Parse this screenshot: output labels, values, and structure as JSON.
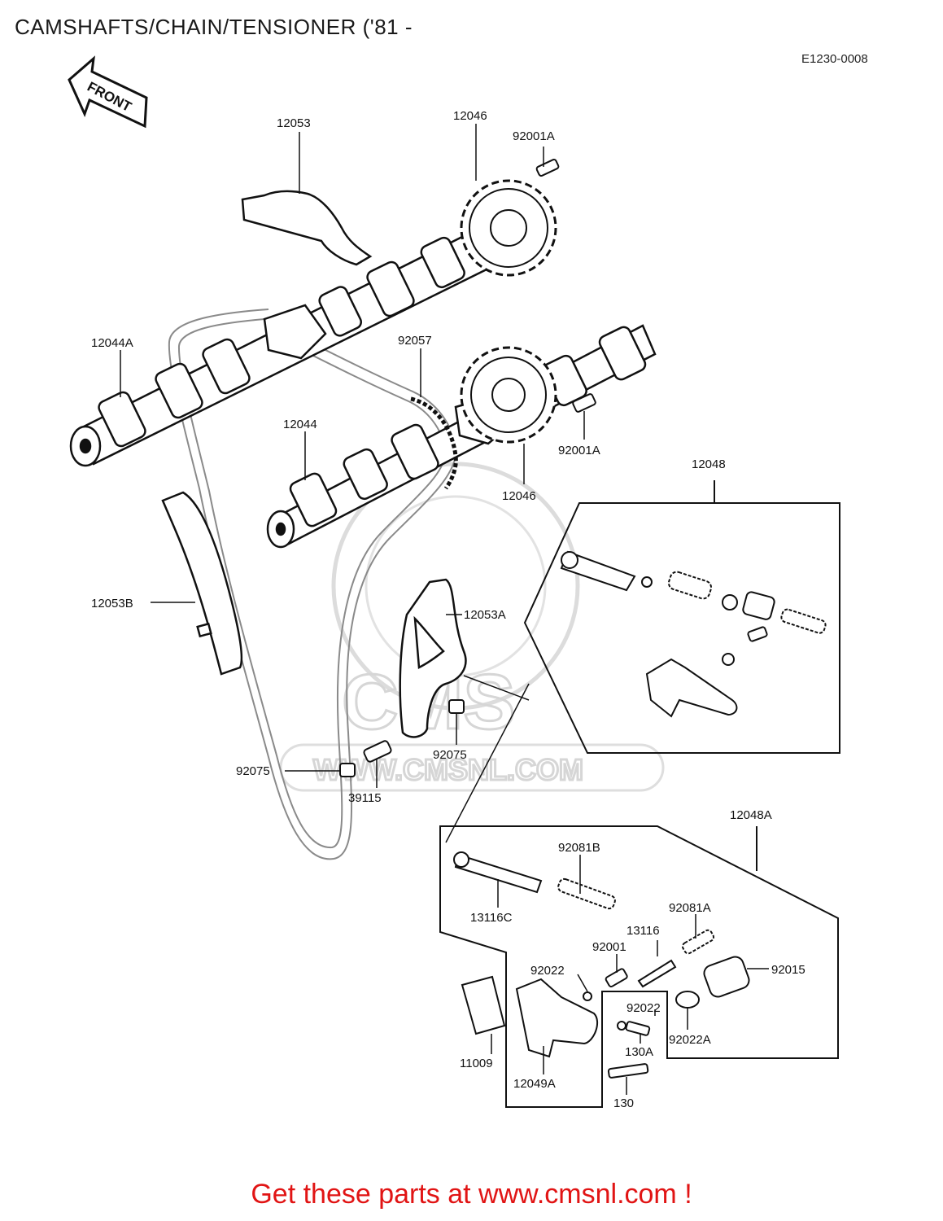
{
  "header": {
    "title": "CAMSHAFTS/CHAIN/TENSIONER ('81 -",
    "diagram_code": "E1230-0008",
    "front_arrow": "FRONT"
  },
  "watermark": {
    "brand": "CMS",
    "url": "WWW.CMSNL.COM"
  },
  "labels": {
    "p12053": "12053",
    "p12046_top": "12046",
    "p92001A_top": "92001A",
    "p12044A": "12044A",
    "p92057": "92057",
    "p12044": "12044",
    "p92001A_mid": "92001A",
    "p12046_mid": "12046",
    "p12048": "12048",
    "p12053B": "12053B",
    "p12053A": "12053A",
    "p92075_right": "92075",
    "p92075_left": "92075",
    "p39115": "39115",
    "p12048A": "12048A",
    "p92081B": "92081B",
    "p13116C": "13116C",
    "p92081A": "92081A",
    "p13116": "13116",
    "p92001": "92001",
    "p92022_a": "92022",
    "p92015": "92015",
    "p92022_b": "92022",
    "p130A": "130A",
    "p92022A": "92022A",
    "p11009": "11009",
    "p12049A": "12049A",
    "p130": "130"
  },
  "footer": {
    "cta": "Get these parts at www.cmsnl.com !"
  },
  "colors": {
    "cta": "#e11414",
    "ink": "#111111",
    "watermark": "#d6d6d6"
  }
}
